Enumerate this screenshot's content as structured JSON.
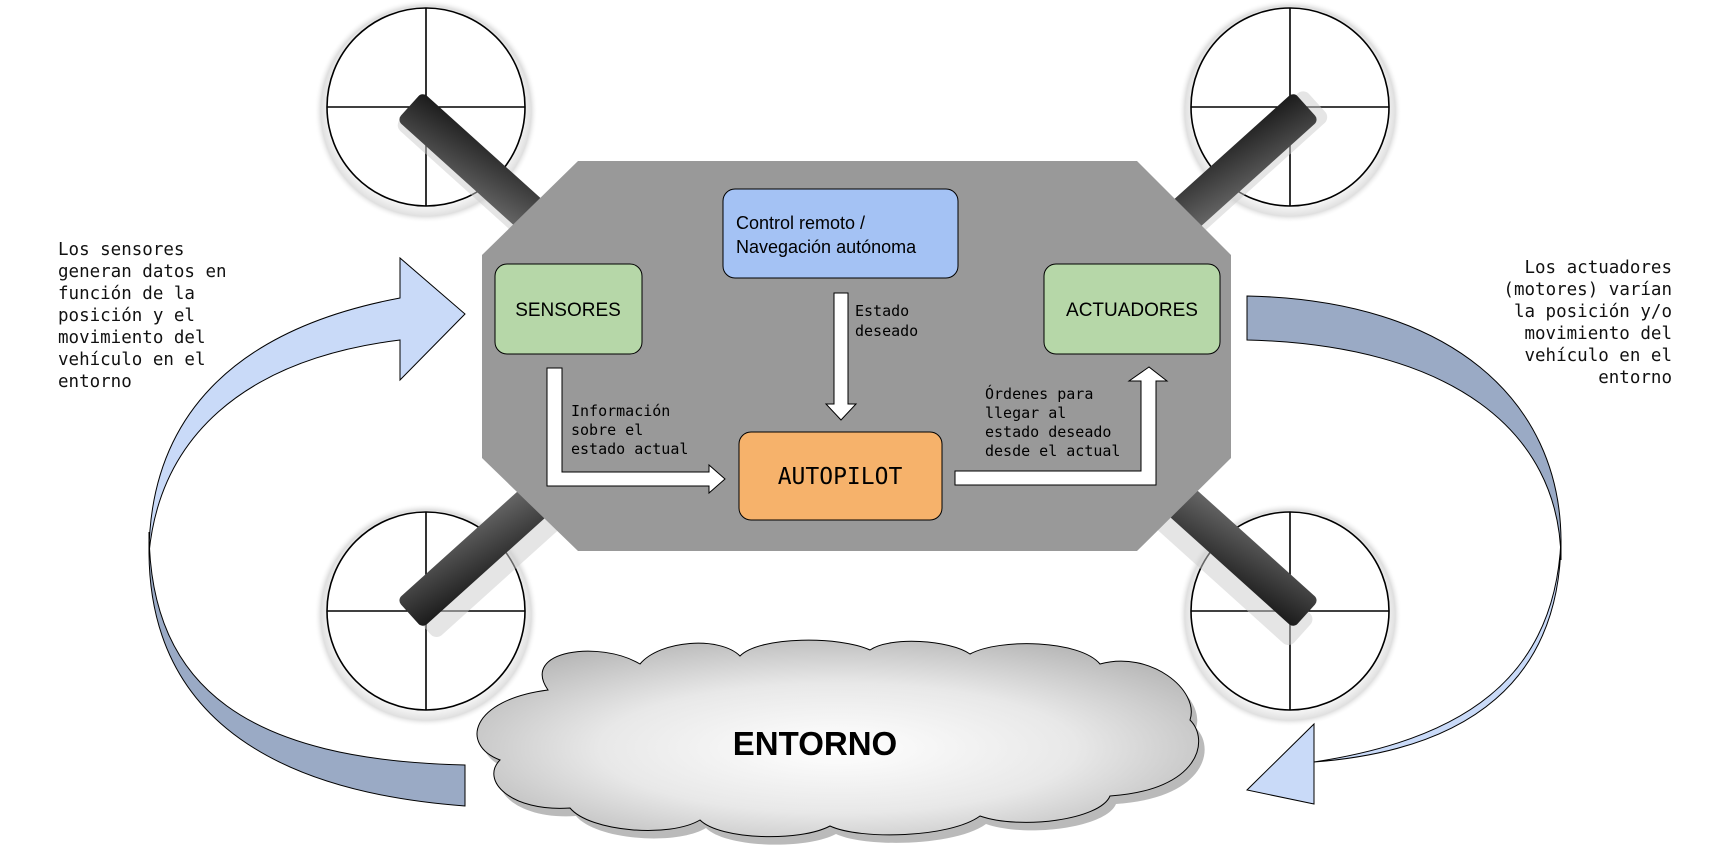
{
  "blocks": {
    "control": [
      "Control remoto /",
      "Navegación autónoma"
    ],
    "sensores": "SENSORES",
    "actuadores": "ACTUADORES",
    "autopilot": "AUTOPILOT",
    "entorno": "ENTORNO"
  },
  "arrow_labels": {
    "estado_deseado": [
      "Estado",
      "deseado"
    ],
    "informacion": [
      "Información",
      "sobre el",
      "estado actual"
    ],
    "ordenes": [
      "Órdenes para",
      "llegar al",
      "estado deseado",
      "desde el actual"
    ]
  },
  "side_notes": {
    "left": "Los sensores\ngeneran datos en\nfunción de la\nposición y el\nmovimiento del\nvehículo en el\nentorno",
    "right": "Los actuadores\n(motores) varían\nla posición y/o\nmovimiento del\nvehículo en el\nentorno"
  },
  "colors": {
    "body": "#999999",
    "control": "#a4c2f4",
    "sensores": "#b6d7a8",
    "actuadores": "#b6d7a8",
    "autopilot": "#f6b26b",
    "left_loop_light": "#c9daf8",
    "left_loop_dark": "#9aaac5",
    "right_loop_light": "#c9daf8",
    "right_loop_dark": "#9aaac5"
  }
}
